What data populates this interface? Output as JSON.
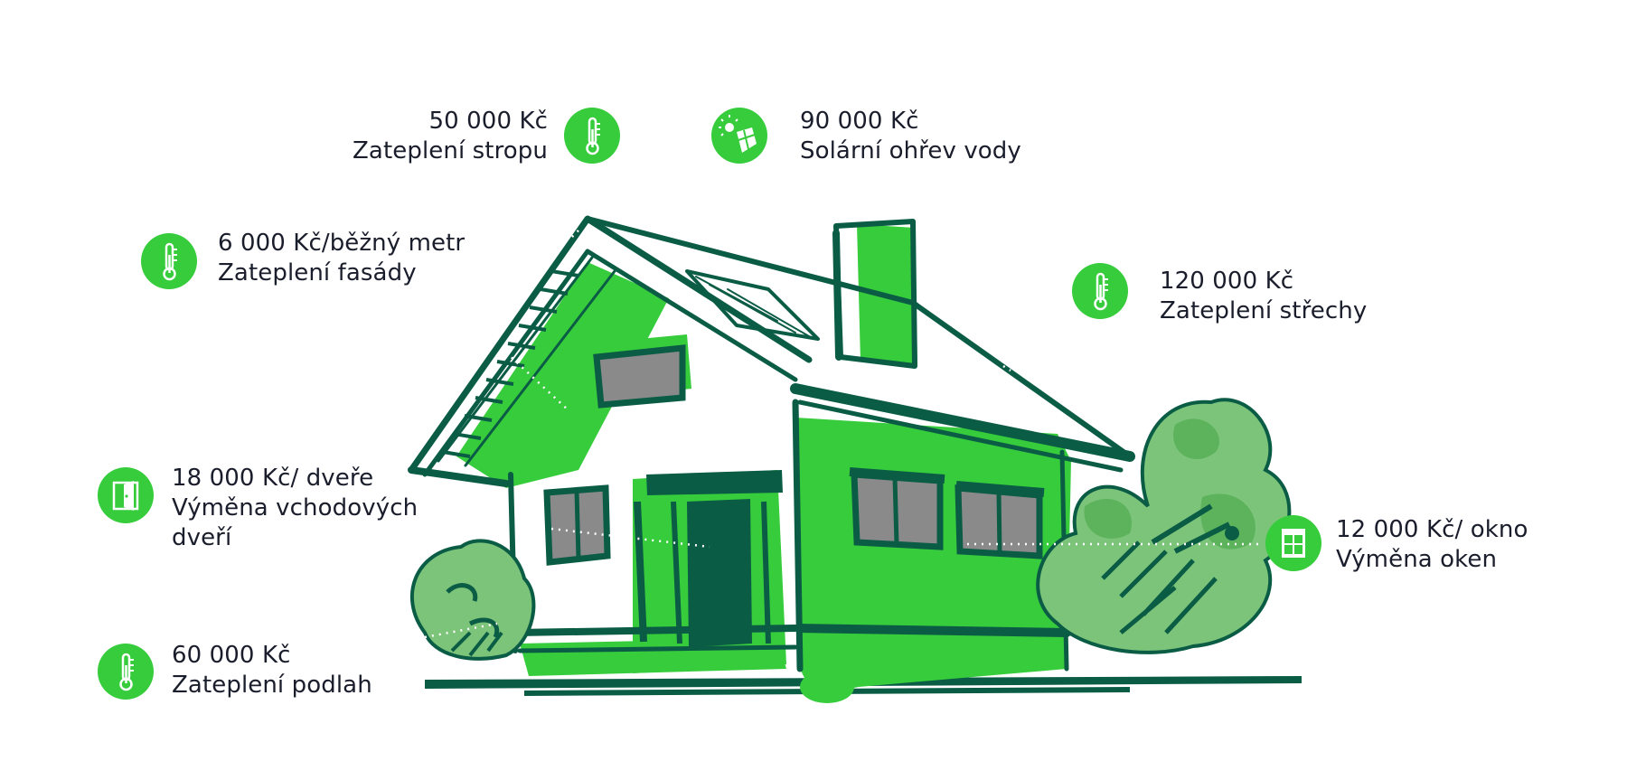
{
  "colors": {
    "accent_green": "#36cc3c",
    "light_green": "#7cc47a",
    "mid_green": "#5cb35c",
    "dark_green": "#0b5c45",
    "window_gray": "#8a8a8a",
    "text": "#1a1d2b"
  },
  "items": [
    {
      "id": "ceiling",
      "price": "50 000 Kč",
      "title": "Zateplení stropu",
      "icon": "thermometer-icon"
    },
    {
      "id": "solar",
      "price": "90 000 Kč",
      "title": "Solární ohřev vody",
      "icon": "solar-panel-icon"
    },
    {
      "id": "facade",
      "price": "6 000 Kč/běžný metr",
      "title": "Zateplení fasády",
      "icon": "thermometer-icon"
    },
    {
      "id": "roof",
      "price": "120 000 Kč",
      "title": "Zateplení střechy",
      "icon": "thermometer-icon"
    },
    {
      "id": "door",
      "price": "18 000 Kč/ dveře",
      "title": "Výměna vchodových",
      "title_line2": "dveří",
      "icon": "door-icon"
    },
    {
      "id": "windows",
      "price": "12 000 Kč/ okno",
      "title": "Výměna oken",
      "icon": "window-icon"
    },
    {
      "id": "floor",
      "price": "60 000 Kč",
      "title": "Zateplení podlah",
      "icon": "thermometer-icon"
    }
  ]
}
